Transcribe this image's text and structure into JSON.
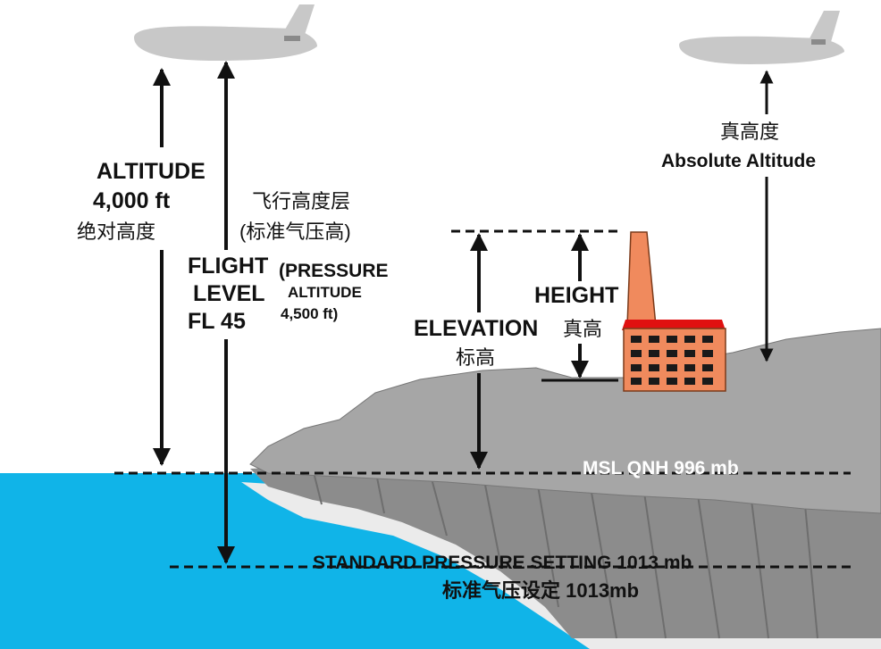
{
  "labels": {
    "altitude": "ALTITUDE",
    "altitude_value": "4,000 ft",
    "altitude_zh": "绝对高度",
    "flight_level_zh": "飞行高度层",
    "flight_level_zh_sub": "(标准气压高)",
    "flight": "FLIGHT",
    "level": "LEVEL",
    "fl": "FL 45",
    "pressure": "(PRESSURE",
    "pressure_altitude": "ALTITUDE",
    "pressure_value": "4,500 ft)",
    "height": "HEIGHT",
    "height_zh": "真高",
    "elevation": "ELEVATION",
    "elevation_zh": "标高",
    "absolute_zh": "真高度",
    "absolute": "Absolute Altitude",
    "msl": "MSL QNH  996 mb",
    "standard": "STANDARD PRESSURE SETTING 1013 mb",
    "standard_zh": "标准气压设定 1013mb"
  },
  "colors": {
    "sea": "#10b4e8",
    "terrain": "#a6a6a6",
    "cliff": "#8c8c8c",
    "aircraft": "#c8c8c8",
    "factory": "#f08a5d",
    "roof": "#e01010",
    "arrow": "#111111"
  }
}
